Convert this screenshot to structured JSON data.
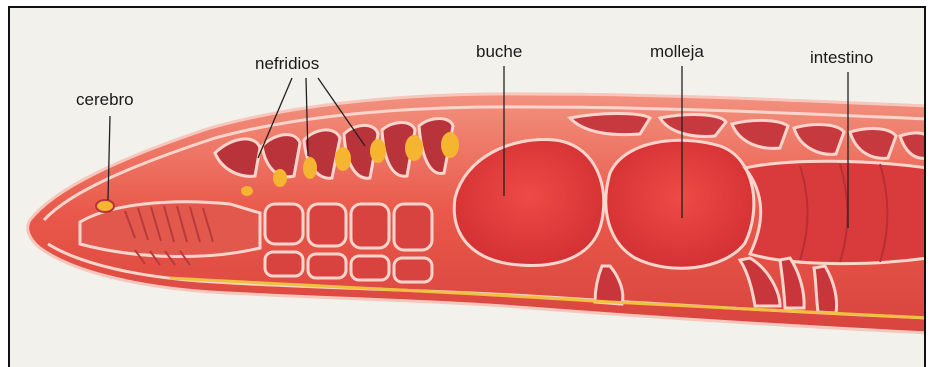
{
  "labels": {
    "cerebro": "cerebro",
    "nefridios": "nefridios",
    "buche": "buche",
    "molleja": "molleja",
    "intestino": "intestino"
  },
  "colors": {
    "body_outer": "#e85a4c",
    "body_inner": "#f07a6a",
    "organ": "#e43b3a",
    "nephridia": "#f5b531",
    "nerve_cord": "#f0c040",
    "septum": "#fbd4cc"
  }
}
